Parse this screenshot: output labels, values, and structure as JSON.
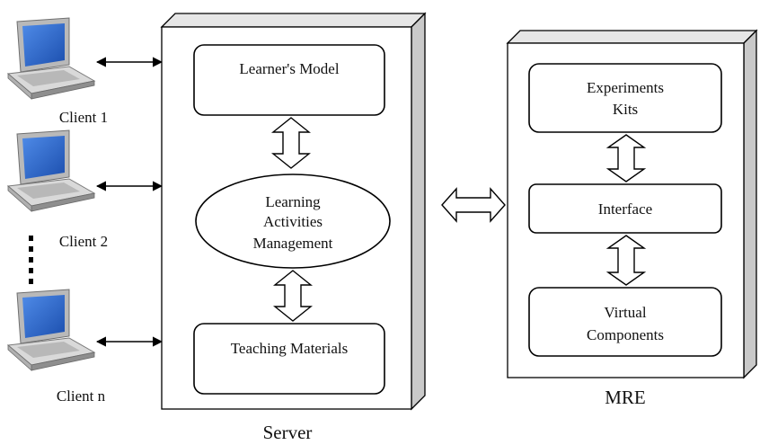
{
  "clients": [
    {
      "label": "Client 1"
    },
    {
      "label": "Client 2"
    },
    {
      "label": "Client n"
    }
  ],
  "server": {
    "label": "Server",
    "learners_model": "Learner's Model",
    "learning_activities": [
      "Learning",
      "Activities",
      "Management"
    ],
    "teaching_materials": "Teaching Materials"
  },
  "mre": {
    "label": "MRE",
    "experiments_kits": [
      "Experiments",
      "Kits"
    ],
    "interface": "Interface",
    "virtual_components": [
      "Virtual",
      "Components"
    ]
  },
  "colors": {
    "laptop_screen": "#2a63c8",
    "laptop_body": "#d2d2d2",
    "frame_side": "#c9c9c9"
  }
}
